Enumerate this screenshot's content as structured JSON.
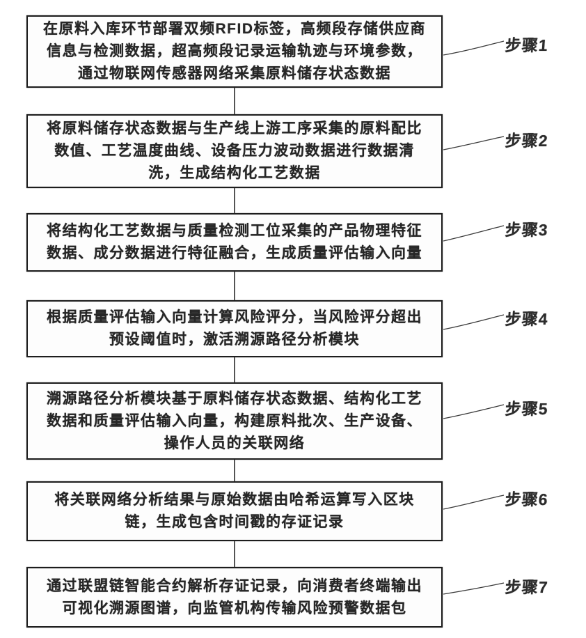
{
  "figure": {
    "type": "flowchart",
    "direction": "vertical",
    "steps": [
      {
        "label": "步骤1",
        "text": "在原料入库环节部署双频RFID标签，高频段存储供应商\n信息与检测数据，超高频段记录运输轨迹与环境参数，\n通过物联网传感器网络采集原料储存状态数据"
      },
      {
        "label": "步骤2",
        "text": "将原料储存状态数据与生产线上游工序采集的原料配比\n数值、工艺温度曲线、设备压力波动数据进行数据清\n洗，生成结构化工艺数据"
      },
      {
        "label": "步骤3",
        "text": "将结构化工艺数据与质量检测工位采集的产品物理特征\n数据、成分数据进行特征融合，生成质量评估输入向量"
      },
      {
        "label": "步骤4",
        "text": "根据质量评估输入向量计算风险评分，当风险评分超出\n预设阈值时，激活溯源路径分析模块"
      },
      {
        "label": "步骤5",
        "text": "溯源路径分析模块基于原料储存状态数据、结构化工艺\n数据和质量评估输入向量，构建原料批次、生产设备、\n操作人员的关联网络"
      },
      {
        "label": "步骤6",
        "text": "将关联网络分析结果与原始数据由哈希运算写入区块\n链，生成包含时间戳的存证记录"
      },
      {
        "label": "步骤7",
        "text": "通过联盟链智能合约解析存证记录，向消费者终端输出\n可视化溯源图谱，向监管机构传输风险预警数据包"
      }
    ]
  },
  "colors": {
    "ink": "#1d1d1d",
    "text": "#262626",
    "leader_line": "#3a3a3a",
    "background": "#ffffff"
  }
}
